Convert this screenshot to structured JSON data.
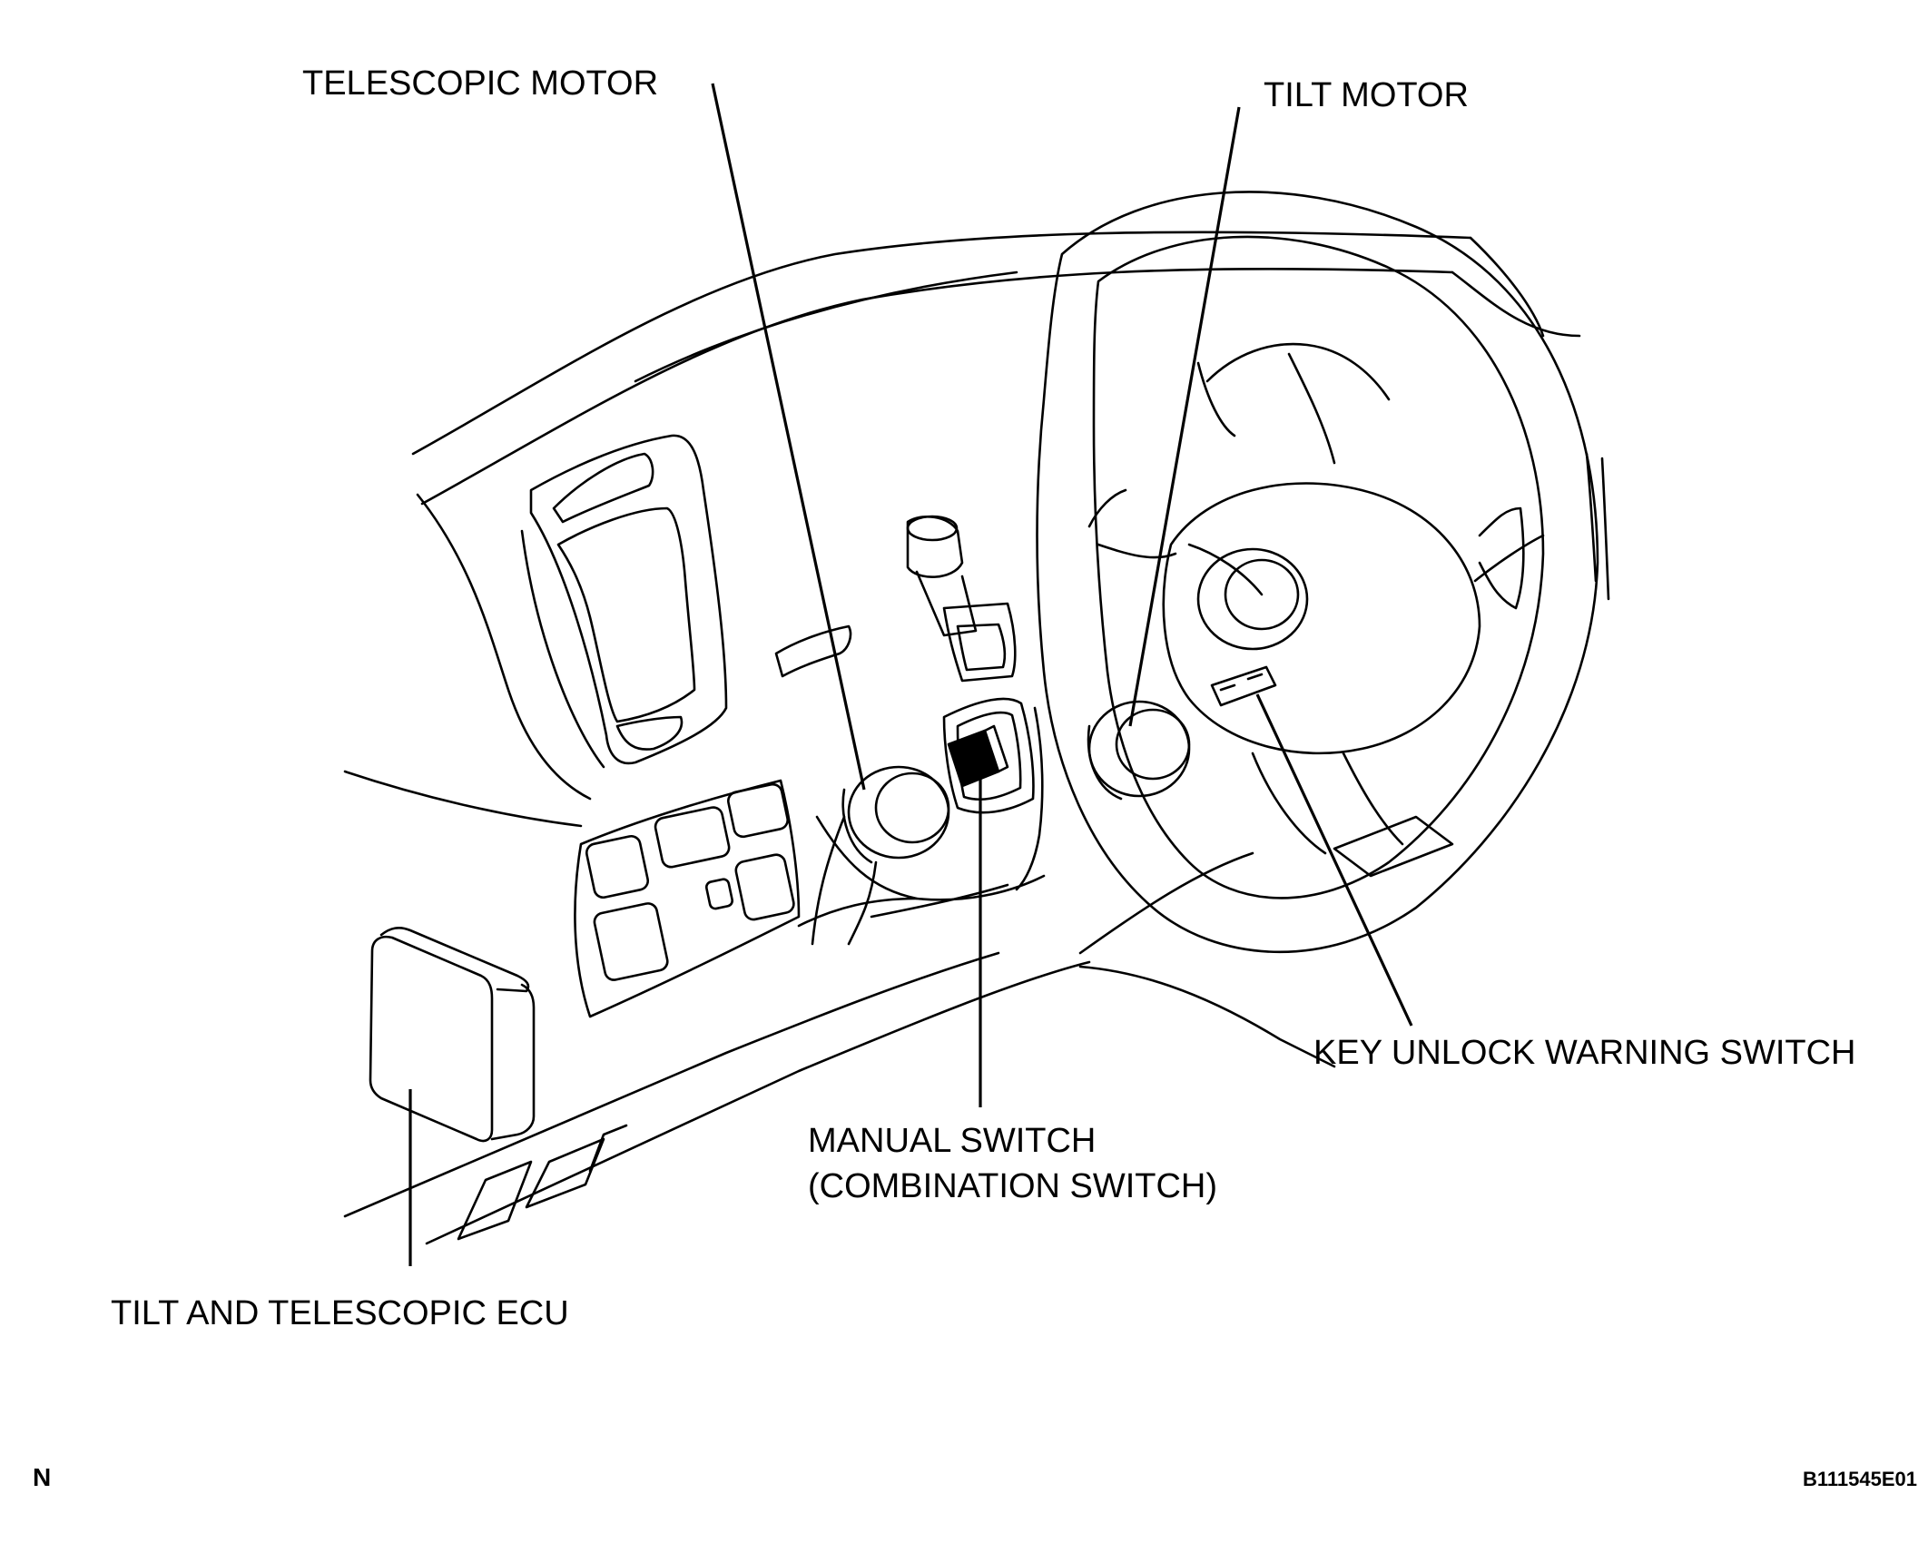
{
  "diagram": {
    "labels": {
      "telescopic_motor": "TELESCOPIC MOTOR",
      "tilt_motor": "TILT MOTOR",
      "key_unlock_warning_switch": "KEY UNLOCK WARNING SWITCH",
      "manual_switch_line1": "MANUAL SWITCH",
      "manual_switch_line2": "(COMBINATION SWITCH)",
      "tilt_telescopic_ecu": "TILT AND TELESCOPIC ECU"
    },
    "corner_mark": "N",
    "figure_code": "B111545E01"
  }
}
